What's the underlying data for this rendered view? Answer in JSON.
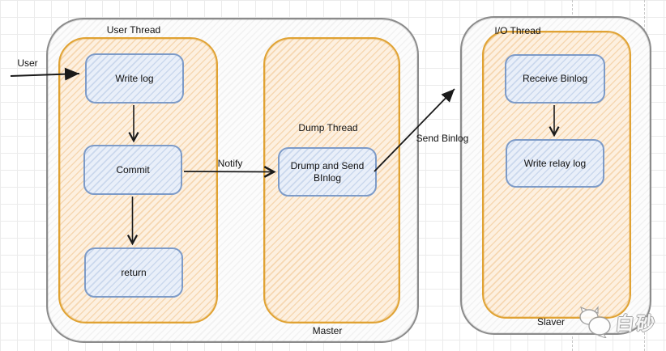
{
  "diagram": {
    "master": {
      "label": "Master",
      "user_thread": {
        "label": "User Thread",
        "nodes": {
          "write_log": "Write log",
          "commit": "Commit",
          "return": "return"
        }
      },
      "dump_thread": {
        "label": "Dump Thread",
        "nodes": {
          "dump_and_send": "Drump and Send BInlog"
        }
      }
    },
    "slave": {
      "label": "Slaver",
      "io_thread": {
        "label": "I/O Thread",
        "nodes": {
          "receive_binlog": "Receive Binlog",
          "write_relay_log": "Write relay log"
        }
      }
    },
    "edges": {
      "user_label": "User",
      "notify_label": "Notify",
      "send_binlog_label": "Send Binlog"
    },
    "watermark_text": "白砂"
  },
  "colors": {
    "container_border_gray": "#8b8b8b",
    "thread_border_orange": "#e0a233",
    "node_border_blue": "#7d9bc8",
    "node_fill_blue": "#e9eff9",
    "thread_fill_orange": "#fdf0e0",
    "arrow_black": "#1a1a1a",
    "grid_gray": "#ebebeb"
  }
}
